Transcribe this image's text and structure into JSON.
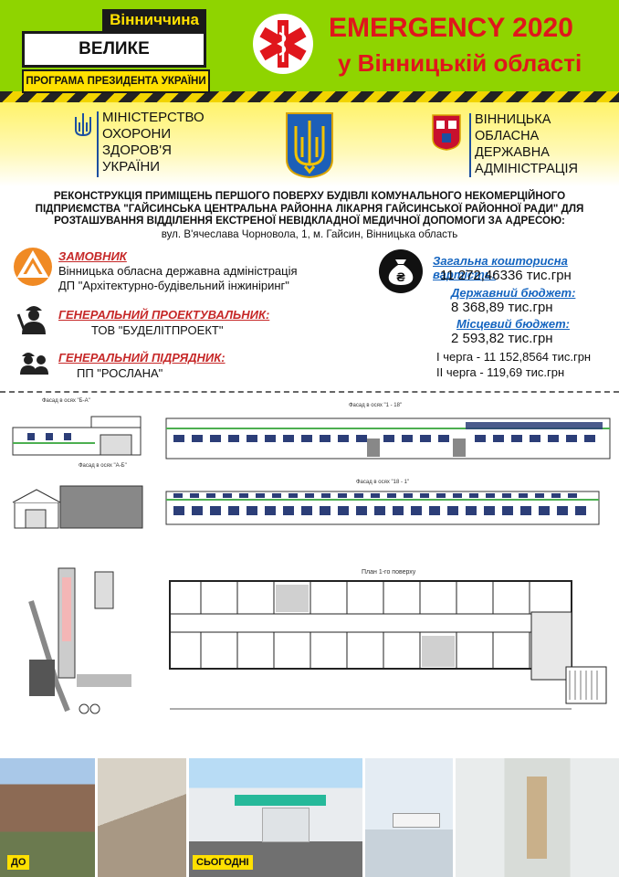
{
  "header": {
    "logo_region": "Вінниччина",
    "logo_main": "ВЕЛИКЕ БУДІВНИЦТВО",
    "logo_program": "ПРОГРАМА ПРЕЗИДЕНТА УКРАЇНИ",
    "title_line1": "EMERGENCY 2020",
    "title_line2": "у Вінницькій області",
    "ministry_lines": [
      "МІНІСТЕРСТВО",
      "ОХОРОНИ",
      "ЗДОРОВ'Я",
      "УКРАЇНИ"
    ],
    "oda_lines": [
      "ВІННИЦЬКА",
      "ОБЛАСНА",
      "ДЕРЖАВНА",
      "АДМІНІСТРАЦІЯ"
    ]
  },
  "project": {
    "description_lines": [
      "РЕКОНСТРУКЦІЯ ПРИМІЩЕНЬ ПЕРШОГО ПОВЕРХУ БУДІВЛІ КОМУНАЛЬНОГО НЕКОМЕРЦІЙНОГО",
      "ПІДПРИЄМСТВА \"ГАЙСИНСЬКА ЦЕНТРАЛЬНА РАЙОННА ЛІКАРНЯ ГАЙСИНСЬКОЇ РАЙОННОЇ РАДИ\" ДЛЯ",
      "РОЗТАШУВАННЯ ВІДДІЛЕННЯ ЕКСТРЕНОЇ НЕВІДКЛАДНОЇ МЕДИЧНОЇ ДОПОМОГИ ЗА АДРЕСОЮ:"
    ],
    "address": "вул. В'ячеслава Чорновола, 1, м. Гайсин,  Вінницька область"
  },
  "parties": {
    "customer_label": "ЗАМОВНИК",
    "customer_lines": [
      "Вінницька обласна державна адміністрація",
      "ДП \"Архітектурно-будівельний інжиніринг\""
    ],
    "designer_label": "ГЕНЕРАЛЬНИЙ ПРОЕКТУВАЛЬНИК:",
    "designer": "ТОВ \"БУДЕЛІТПРОЕКТ\"",
    "contractor_label": "ГЕНЕРАЛЬНИЙ  ПІДРЯДНИК:",
    "contractor": "ПП \"РОСЛАНА\""
  },
  "budget": {
    "total_label": "Загальна кошторисна вартість:",
    "total": "11 272,46336 тис.грн",
    "state_label": "Державний бюджет:",
    "state": "8 368,89 тис.грн",
    "local_label": "Місцевий бюджет:",
    "local": "2 593,82 тис.грн",
    "phase1": "І черга - 11 152,8564 тис.грн",
    "phase2": "ІІ черга - 119,69 тис.грн"
  },
  "drawings": {
    "facade_1": "Фасад в осях \"Б-А\"",
    "facade_2": "Фасад в осях \"1 - 18\"",
    "facade_3": "Фасад в осях \"А-Б\"",
    "facade_4": "Фасад в осях \"18 - 1\"",
    "plan_title": "План 1-го поверху"
  },
  "photos": {
    "before_tag": "ДО",
    "after_tag": "СЬОГОДНІ"
  },
  "colors": {
    "green": "#8fd400",
    "yellow": "#ffe000",
    "red": "#e0161c",
    "blue": "#1c4fa0"
  }
}
